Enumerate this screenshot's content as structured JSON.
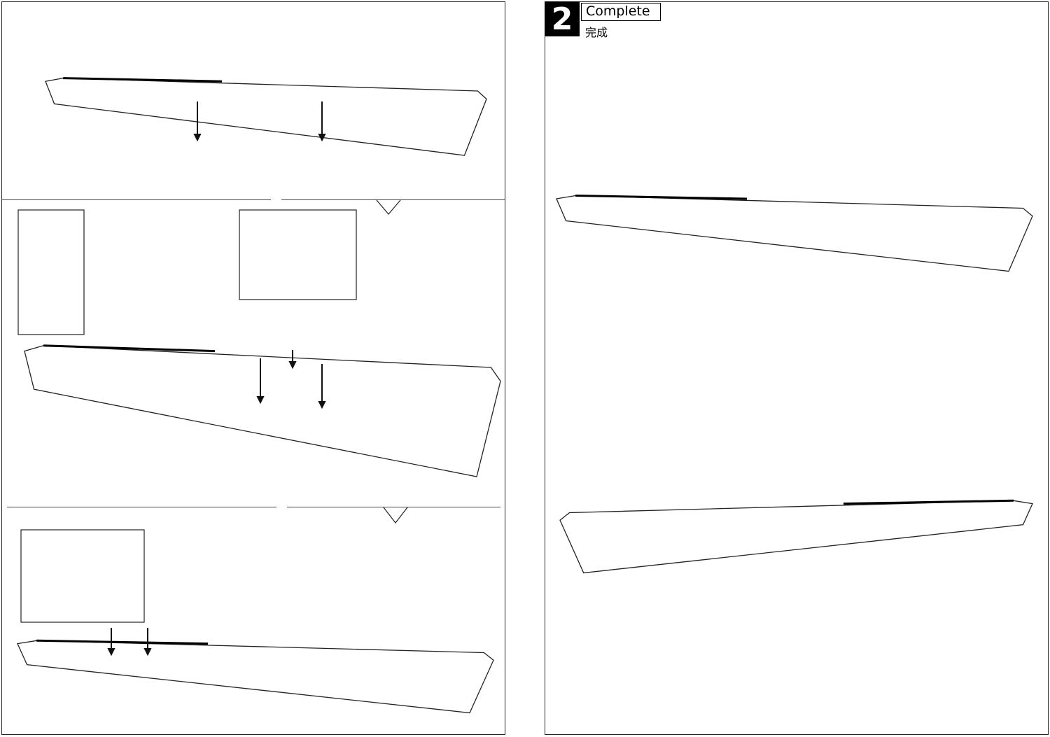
{
  "step": {
    "number": "2",
    "title": "Complete",
    "subtitle": "完成"
  },
  "colors": {
    "line": "#222222",
    "background": "#ffffff",
    "badge": "#000000"
  }
}
